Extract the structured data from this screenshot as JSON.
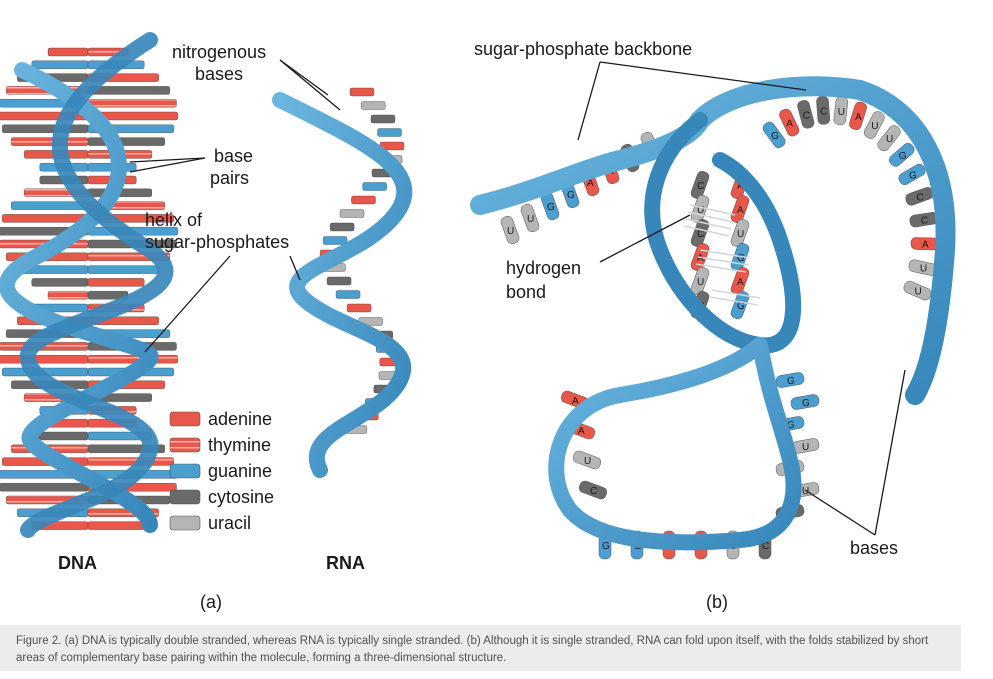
{
  "panel_a": {
    "labels": {
      "nitrogenous_line1": "nitrogenous",
      "nitrogenous_line2": "bases",
      "base_pairs_line1": "base",
      "base_pairs_line2": "pairs",
      "helix_line1": "helix of",
      "helix_line2": "sugar-phosphates",
      "dna": "DNA",
      "rna": "RNA",
      "panel": "(a)"
    },
    "legend": [
      {
        "label": "adenine",
        "color": "#e8574a",
        "shape": "block"
      },
      {
        "label": "thymine",
        "color": "#e8574a",
        "shape": "striped"
      },
      {
        "label": "guanine",
        "color": "#4a9fd0",
        "shape": "arrow"
      },
      {
        "label": "cytosine",
        "color": "#6a6a6a",
        "shape": "notch"
      },
      {
        "label": "uracil",
        "color": "#b5b5b5",
        "shape": "cylinder"
      }
    ]
  },
  "panel_b": {
    "labels": {
      "backbone": "sugar-phosphate backbone",
      "hydrogen_line1": "hydrogen",
      "hydrogen_line2": "bond",
      "bases": "bases",
      "panel": "(b)"
    },
    "base_letters": {
      "top_left": [
        "U",
        "U",
        "G",
        "G",
        "A",
        "A",
        "C",
        "U"
      ],
      "top_right": [
        "G",
        "A",
        "C",
        "C",
        "U",
        "A",
        "U",
        "U",
        "G",
        "G",
        "C",
        "C",
        "A",
        "U",
        "U"
      ],
      "inner": [
        "C",
        "A",
        "U",
        "A",
        "C",
        "U",
        "A",
        "G",
        "U",
        "A",
        "C",
        "G"
      ],
      "lower_left": [
        "A",
        "A",
        "U",
        "C"
      ],
      "lower_right": [
        "G",
        "G",
        "G",
        "U",
        "U",
        "U",
        "C"
      ],
      "bottom": [
        "G",
        "G",
        "A",
        "A",
        "U",
        "C"
      ]
    }
  },
  "colors": {
    "backbone": "#4a9fd0",
    "backbone_dark": "#2e6f9a",
    "adenine": "#e8574a",
    "guanine": "#4a9fd0",
    "cytosine": "#6a6a6a",
    "uracil": "#b5b5b5"
  },
  "caption": "Figure 2. (a) DNA is typically double stranded, whereas RNA is typically single stranded. (b) Although it is single stranded, RNA can fold upon itself, with the folds stabilized by short areas of complementary base pairing within the molecule, forming a three-dimensional structure."
}
